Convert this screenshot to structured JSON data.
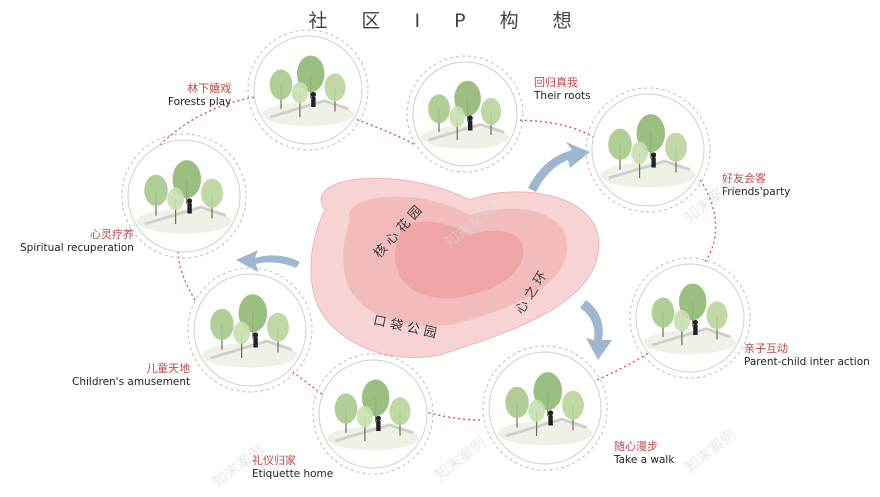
{
  "title": "社 区 I P 构 想",
  "center": {
    "outer_label": "口 袋 公 园",
    "middle_label": "核 心 花 园",
    "inner_label": "心 之 环"
  },
  "nodes": [
    {
      "zh": "林下嬉戏",
      "en": "Forests play"
    },
    {
      "zh": "回归真我",
      "en": "Their roots"
    },
    {
      "zh": "好友会客",
      "en": "Friends'party"
    },
    {
      "zh": "亲子互动",
      "en": "Parent-child inter action"
    },
    {
      "zh": "随心漫步",
      "en": "Take a walk"
    },
    {
      "zh": "礼仪归家",
      "en": "Etiquette home"
    },
    {
      "zh": "儿童天地",
      "en": "Children's amusement"
    },
    {
      "zh": "心灵疗养",
      "en": "Spiritual recuperation"
    }
  ],
  "watermark": "知末案例",
  "colors": {
    "heart_outer": "#f7d3d3",
    "heart_mid": "#f3bcbc",
    "heart_inner": "#eda5a8",
    "label_red": "#c14a4a",
    "arrow_blue": "#9fb6d1",
    "dotted": "#d9534f"
  }
}
